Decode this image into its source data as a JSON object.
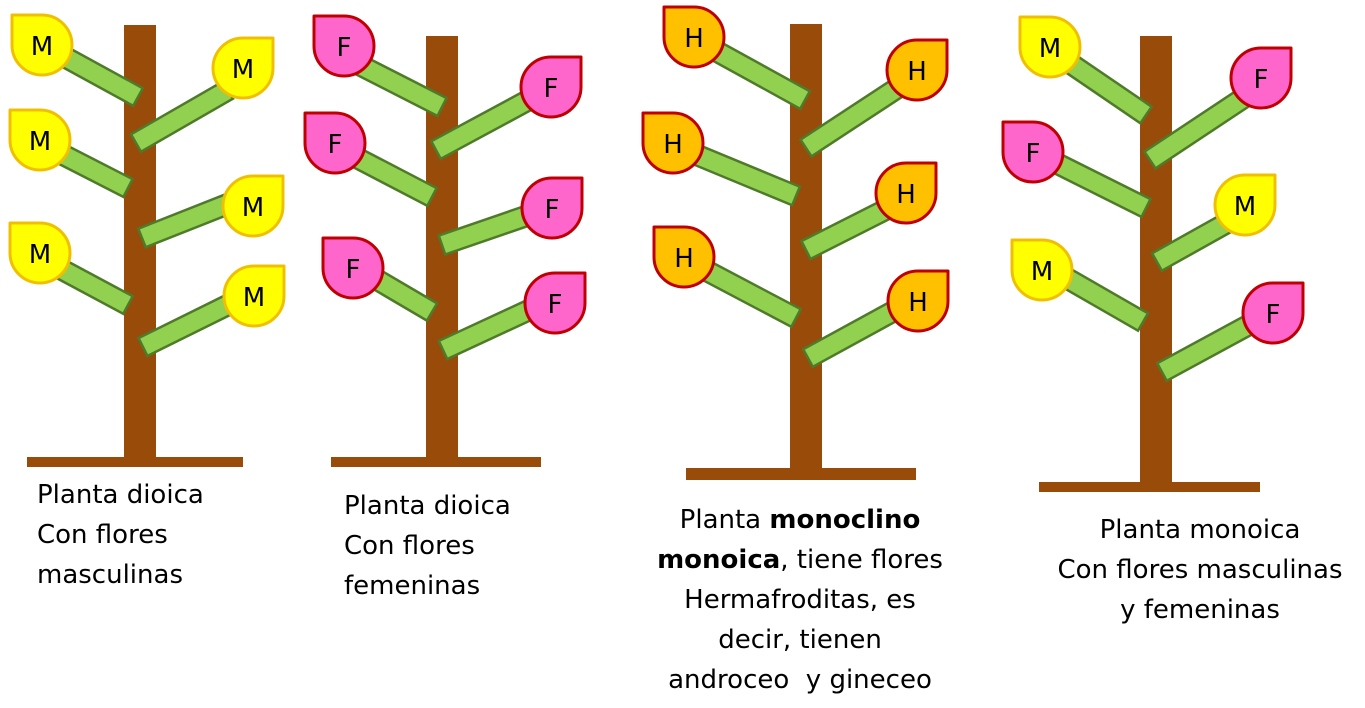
{
  "colors": {
    "trunk": "#994c0a",
    "branch_fill": "#92d050",
    "branch_stroke": "#4e7a2a",
    "male_fill": "#ffff00",
    "male_stroke": "#f0c000",
    "female_fill": "#ff66cc",
    "female_stroke": "#c00000",
    "hermaphrodite_fill": "#ffc000",
    "hermaphrodite_stroke": "#c00000"
  },
  "plants": [
    {
      "id": "dioica-masculina",
      "flowers": [
        "M",
        "M",
        "M",
        "M",
        "M",
        "M"
      ],
      "caption": {
        "line1": "Planta dioica",
        "line2": "Con flores",
        "line3": "masculinas"
      }
    },
    {
      "id": "dioica-femenina",
      "flowers": [
        "F",
        "F",
        "F",
        "F",
        "F",
        "F"
      ],
      "caption": {
        "line1": "Planta dioica",
        "line2": "Con flores",
        "line3": "femeninas"
      }
    },
    {
      "id": "monoclino",
      "flowers": [
        "H",
        "H",
        "H",
        "H",
        "H",
        "H"
      ],
      "caption": {
        "line1_pre": "Planta ",
        "line1_bold": "monoclino",
        "line2_bold": "monoica",
        "line2_post": ", tiene flores",
        "line3": "Hermafroditas, es",
        "line4": "decir, tienen",
        "line5": "androceo  y gineceo"
      }
    },
    {
      "id": "monoica",
      "flowers": [
        "M",
        "F",
        "F",
        "M",
        "M",
        "F"
      ],
      "caption": {
        "line1": "Planta monoica",
        "line2": "Con flores masculinas",
        "line3": "y femeninas"
      }
    }
  ]
}
